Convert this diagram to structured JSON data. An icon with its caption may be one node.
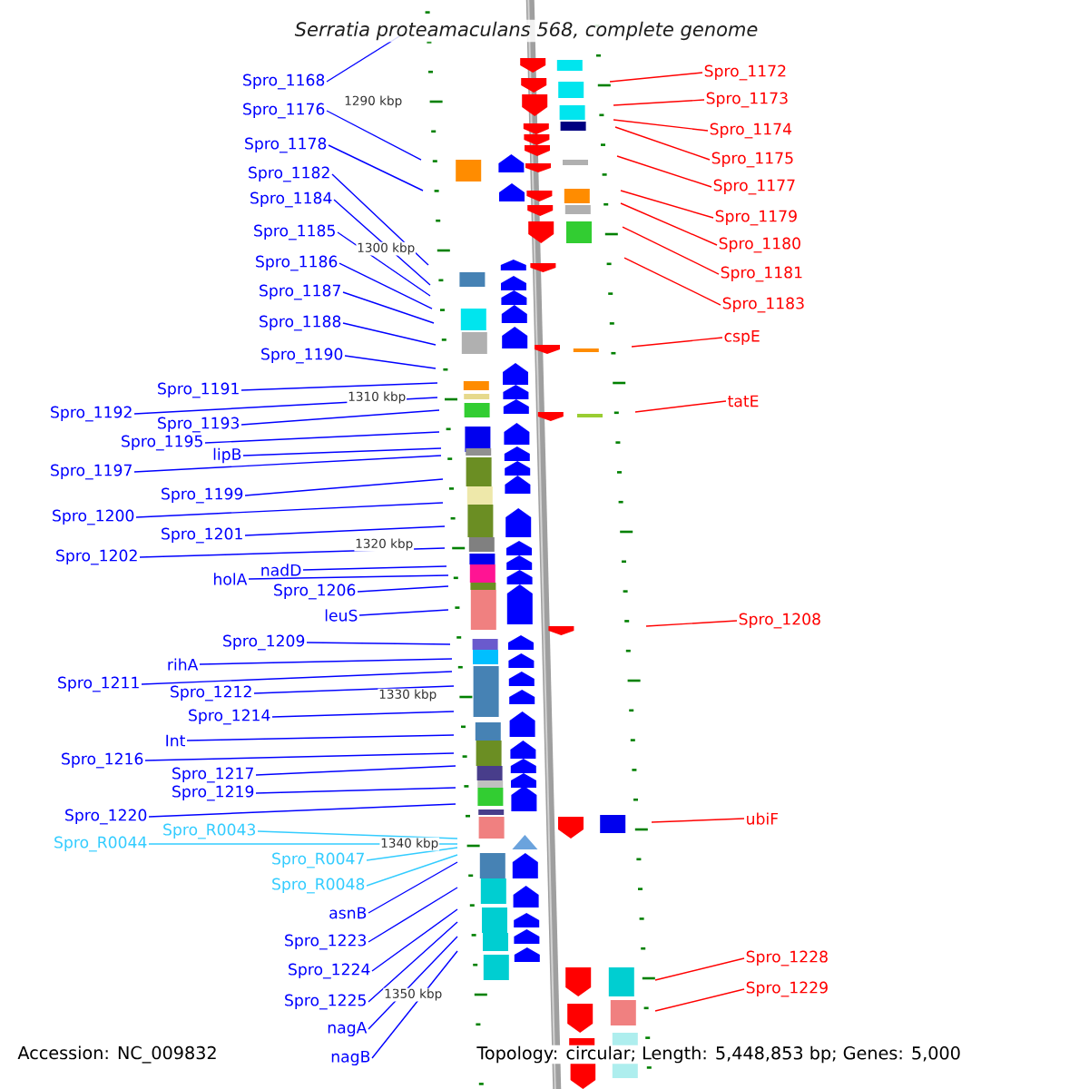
{
  "diagram": {
    "title": "Serratia proteamaculans 568, complete genome",
    "nodes": [
      {
        "text": [
          "Spro_1168"
        ]
      },
      {
        "text": [
          "Spro_1176"
        ]
      },
      {
        "text": [
          "Spro_1178"
        ]
      },
      {
        "text": [
          "Spro_1182"
        ]
      },
      {
        "text": [
          "Spro_1184"
        ]
      },
      {
        "text": [
          "Spro_1185"
        ]
      },
      {
        "text": [
          "Spro_1186"
        ]
      },
      {
        "text": [
          "Spro_1187"
        ]
      },
      {
        "text": [
          "Spro_1188"
        ]
      },
      {
        "text": [
          "Spro_1190"
        ]
      },
      {
        "text": [
          "Spro_1191"
        ]
      },
      {
        "text": [
          "Spro_1192"
        ]
      },
      {
        "text": [
          "Spro_1193"
        ]
      },
      {
        "text": [
          "Spro_1195"
        ]
      },
      {
        "text": [
          "lipB"
        ]
      },
      {
        "text": [
          "Spro_1197"
        ]
      },
      {
        "text": [
          "Spro_1199"
        ]
      },
      {
        "text": [
          "Spro_1200"
        ]
      },
      {
        "text": [
          "Spro_1201"
        ]
      },
      {
        "text": [
          "Spro_1202"
        ]
      },
      {
        "text": [
          "nadD"
        ]
      },
      {
        "text": [
          "holA"
        ]
      },
      {
        "text": [
          "Spro_1206"
        ]
      },
      {
        "text": [
          "leuS"
        ]
      },
      {
        "text": [
          "Spro_1209"
        ]
      },
      {
        "text": [
          "rihA"
        ]
      },
      {
        "text": [
          "Spro_1211"
        ]
      },
      {
        "text": [
          "Spro_1212"
        ]
      },
      {
        "text": [
          "Spro_1214"
        ]
      },
      {
        "text": [
          "Int"
        ]
      },
      {
        "text": [
          "Spro_1216"
        ]
      },
      {
        "text": [
          "Spro_1217"
        ]
      },
      {
        "text": [
          "Spro_1219"
        ]
      },
      {
        "text": [
          "Spro_1220"
        ]
      },
      {
        "text": [
          "Spro_R0043"
        ]
      },
      {
        "text": [
          "Spro_R0044"
        ]
      },
      {
        "text": [
          "Spro_R0047"
        ]
      },
      {
        "text": [
          "Spro_R0048"
        ]
      },
      {
        "text": [
          "asnB"
        ]
      },
      {
        "text": [
          "Spro_1223"
        ]
      },
      {
        "text": [
          "Spro_1224"
        ]
      },
      {
        "text": [
          "Spro_1225"
        ]
      },
      {
        "text": [
          "nagA"
        ]
      },
      {
        "text": [
          "nagB"
        ]
      },
      {
        "text": [
          "Spro_1172"
        ]
      },
      {
        "text": [
          "Spro_1173"
        ]
      },
      {
        "text": [
          "Spro_1174"
        ]
      },
      {
        "text": [
          "Spro_1175"
        ]
      },
      {
        "text": [
          "Spro_1177"
        ]
      },
      {
        "text": [
          "Spro_1179"
        ]
      },
      {
        "text": [
          "Spro_1180"
        ]
      },
      {
        "text": [
          "Spro_1181"
        ]
      },
      {
        "text": [
          "Spro_1183"
        ]
      },
      {
        "text": [
          "cspE"
        ]
      },
      {
        "text": [
          "tatE"
        ]
      },
      {
        "text": [
          "Spro_1208"
        ]
      },
      {
        "text": [
          "ubiF"
        ]
      },
      {
        "text": [
          "Spro_1228"
        ]
      },
      {
        "text": [
          "Spro_1229"
        ]
      }
    ],
    "edges": [
      {
        "from": 0,
        "to": null,
        "arrow": "none"
      },
      {
        "from": 1,
        "to": null,
        "arrow": "none"
      },
      {
        "from": 2,
        "to": null,
        "arrow": "none"
      },
      {
        "from": 3,
        "to": null,
        "arrow": "none"
      },
      {
        "from": 4,
        "to": null,
        "arrow": "none"
      },
      {
        "from": 5,
        "to": null,
        "arrow": "none"
      },
      {
        "from": 6,
        "to": null,
        "arrow": "none"
      },
      {
        "from": 7,
        "to": null,
        "arrow": "none"
      },
      {
        "from": 8,
        "to": null,
        "arrow": "none"
      },
      {
        "from": 9,
        "to": null,
        "arrow": "none"
      },
      {
        "from": 10,
        "to": null,
        "arrow": "none"
      },
      {
        "from": 11,
        "to": null,
        "arrow": "none"
      },
      {
        "from": 12,
        "to": null,
        "arrow": "none"
      },
      {
        "from": 13,
        "to": null,
        "arrow": "none"
      },
      {
        "from": 14,
        "to": null,
        "arrow": "none"
      },
      {
        "from": 15,
        "to": null,
        "arrow": "none"
      },
      {
        "from": 16,
        "to": null,
        "arrow": "none"
      },
      {
        "from": 17,
        "to": null,
        "arrow": "none"
      },
      {
        "from": 18,
        "to": null,
        "arrow": "none"
      },
      {
        "from": 19,
        "to": null,
        "arrow": "none"
      },
      {
        "from": 20,
        "to": null,
        "arrow": "none"
      },
      {
        "from": 21,
        "to": null,
        "arrow": "none"
      },
      {
        "from": 22,
        "to": null,
        "arrow": "none"
      },
      {
        "from": 23,
        "to": null,
        "arrow": "none"
      },
      {
        "from": 24,
        "to": null,
        "arrow": "none"
      },
      {
        "from": 25,
        "to": null,
        "arrow": "none"
      },
      {
        "from": 26,
        "to": null,
        "arrow": "none"
      },
      {
        "from": 27,
        "to": null,
        "arrow": "none"
      },
      {
        "from": 28,
        "to": null,
        "arrow": "none"
      },
      {
        "from": 29,
        "to": null,
        "arrow": "none"
      },
      {
        "from": 30,
        "to": null,
        "arrow": "none"
      },
      {
        "from": 31,
        "to": null,
        "arrow": "none"
      },
      {
        "from": 32,
        "to": null,
        "arrow": "none"
      },
      {
        "from": 33,
        "to": null,
        "arrow": "none"
      },
      {
        "from": 34,
        "to": null,
        "arrow": "none",
        "color": "#33ccff"
      },
      {
        "from": 35,
        "to": null,
        "arrow": "none",
        "color": "#33ccff"
      },
      {
        "from": 36,
        "to": null,
        "arrow": "none",
        "color": "#33ccff"
      },
      {
        "from": 37,
        "to": null,
        "arrow": "none",
        "color": "#33ccff"
      },
      {
        "from": 38,
        "to": null,
        "arrow": "none"
      },
      {
        "from": 39,
        "to": null,
        "arrow": "none"
      },
      {
        "from": 40,
        "to": null,
        "arrow": "none"
      },
      {
        "from": 41,
        "to": null,
        "arrow": "none"
      },
      {
        "from": 42,
        "to": null,
        "arrow": "none"
      },
      {
        "from": 43,
        "to": null,
        "arrow": "none"
      },
      {
        "from": 44,
        "to": null,
        "arrow": "none",
        "color": "#ff0000"
      },
      {
        "from": 45,
        "to": null,
        "arrow": "none",
        "color": "#ff0000"
      },
      {
        "from": 46,
        "to": null,
        "arrow": "none",
        "color": "#ff0000"
      },
      {
        "from": 47,
        "to": null,
        "arrow": "none",
        "color": "#ff0000"
      },
      {
        "from": 48,
        "to": null,
        "arrow": "none",
        "color": "#ff0000"
      },
      {
        "from": 49,
        "to": null,
        "arrow": "none",
        "color": "#ff0000"
      },
      {
        "from": 50,
        "to": null,
        "arrow": "none",
        "color": "#ff0000"
      },
      {
        "from": 51,
        "to": null,
        "arrow": "none",
        "color": "#ff0000"
      },
      {
        "from": 52,
        "to": null,
        "arrow": "none",
        "color": "#ff0000"
      },
      {
        "from": 53,
        "to": null,
        "arrow": "none",
        "color": "#ff0000"
      },
      {
        "from": 54,
        "to": null,
        "arrow": "none",
        "color": "#ff0000"
      },
      {
        "from": 55,
        "to": null,
        "arrow": "none",
        "color": "#ff0000"
      },
      {
        "from": 56,
        "to": null,
        "arrow": "none",
        "color": "#ff0000"
      },
      {
        "from": 57,
        "to": null,
        "arrow": "none",
        "color": "#ff0000"
      },
      {
        "from": 58,
        "to": null,
        "arrow": "none",
        "color": "#ff0000"
      }
    ],
    "labels": [
      "1290 kbp",
      "1300 kbp",
      "1310 kbp",
      "1320 kbp",
      "1330 kbp",
      "1340 kbp",
      "1350 kbp",
      "Accession: NC_009832",
      "Topology: circular; Length: 5,448,853 bp; Genes: 5,000"
    ]
  }
}
